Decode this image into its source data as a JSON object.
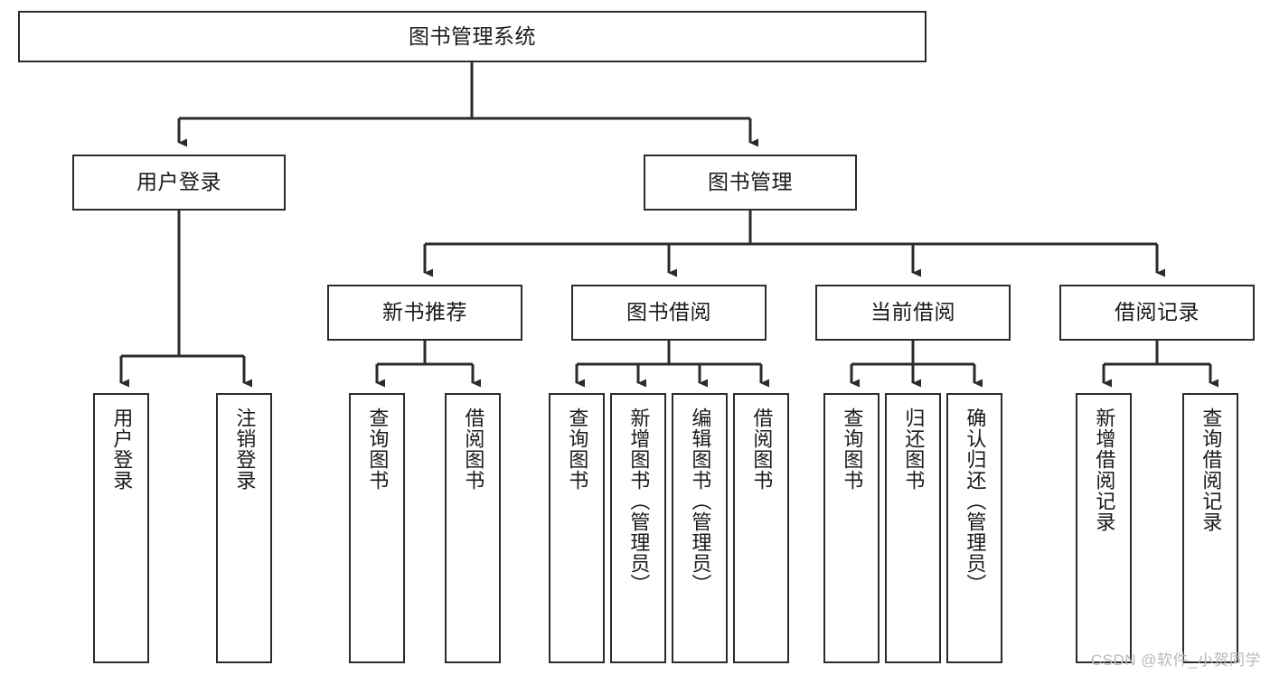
{
  "diagram": {
    "type": "tree",
    "title": "图书管理系统",
    "watermark": "CSDN @软件_小贺同学",
    "colors": {
      "box_border": "#2b2b2b",
      "connector": "#2b2b2b",
      "background": "#ffffff",
      "text": "#1a1a1a",
      "watermark": "#b9b9b9"
    },
    "root": {
      "label": "图书管理系统"
    },
    "level2": [
      {
        "label": "用户登录"
      },
      {
        "label": "图书管理"
      }
    ],
    "level3": [
      {
        "label": "新书推荐"
      },
      {
        "label": "图书借阅"
      },
      {
        "label": "当前借阅"
      },
      {
        "label": "借阅记录"
      }
    ],
    "leaves": {
      "user_login": [
        {
          "label": "用户登录"
        },
        {
          "label": "注销登录"
        }
      ],
      "new_book_recommend": [
        {
          "label": "查询图书"
        },
        {
          "label": "借阅图书"
        }
      ],
      "book_borrow": [
        {
          "label": "查询图书"
        },
        {
          "label": "新增图书（管理员）"
        },
        {
          "label": "编辑图书（管理员）"
        },
        {
          "label": "借阅图书"
        }
      ],
      "current_borrow": [
        {
          "label": "查询图书"
        },
        {
          "label": "归还图书"
        },
        {
          "label": "确认归还（管理员）"
        }
      ],
      "borrow_record": [
        {
          "label": "新增借阅记录"
        },
        {
          "label": "查询借阅记录"
        }
      ]
    }
  }
}
